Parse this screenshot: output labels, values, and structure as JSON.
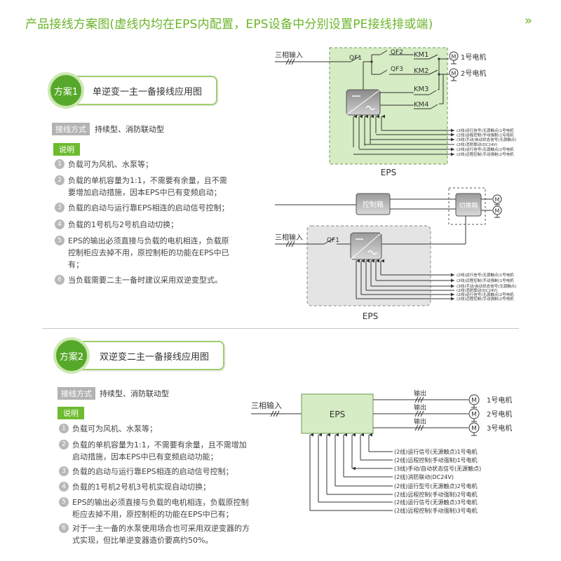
{
  "page": {
    "title": "产品接线方案图(虚线内均在EPS内配置，EPS设备中分别设置PE接线排或端)",
    "title_arrow": "»",
    "accent_color": "#6bb42a"
  },
  "scheme1": {
    "badge": "方案1",
    "name": "单逆变一主一备接线应用图",
    "wiring_label": "接线方式",
    "wiring_value": "持续型、消防联动型",
    "notes_label": "说明",
    "notes": [
      {
        "n": "1",
        "text": "负载可为风机、水泵等；"
      },
      {
        "n": "2",
        "text": "负载的单机容量为1:1，不需要有余量，且不需要增加启动措施，因本EPS中已有变频启动；"
      },
      {
        "n": "3",
        "text": "负载的启动与运行靠EPS相连的启动信号控制；"
      },
      {
        "n": "4",
        "text": "负载的1号机与2号机自动切换；"
      },
      {
        "n": "5",
        "text": "EPS的输出必须直接与负载的电机相连，负载原控制柜应去掉不用，原控制柜的功能在EPS中已有；"
      },
      {
        "n": "6",
        "text": "当负载需要二主一备时建议采用双逆变型式。"
      }
    ]
  },
  "scheme2": {
    "badge": "方案2",
    "name": "双逆变二主一备接线应用图",
    "wiring_label": "接线方式",
    "wiring_value": "持续型、消防联动型",
    "notes_label": "说明",
    "notes": [
      {
        "n": "1",
        "text": "负载可为风机、水泵等；"
      },
      {
        "n": "2",
        "text": "负载的单机容量为1:1，不需要有余量，且不需增加启动措施，因本EPS中已有变频启动功能；"
      },
      {
        "n": "3",
        "text": "负载的启动与运行靠EPS相连的启动信号控制；"
      },
      {
        "n": "4",
        "text": "负载的1号机2号机3号机实现自动切换；"
      },
      {
        "n": "5",
        "text": "EPS的输出必须直接与负载的电机相连，负载原控制柜应去掉不用，原控制柜的功能在EPS中已有；"
      },
      {
        "n": "6",
        "text": "对于一主一备的水泵使用场合也可采用双逆变器的方式实现，但比单逆变器造价要高约50%。"
      }
    ]
  },
  "diagram1": {
    "input": "三相输入",
    "qf1": "QF1",
    "qf2": "QF2",
    "qf3": "QF3",
    "km1": "KM1",
    "km2": "KM2",
    "km3": "KM3",
    "km4": "KM4",
    "motor": "M",
    "motor1": "1号电机",
    "motor2": "2号电机",
    "eps": "EPS",
    "signals": [
      "(2线)运行信号(无源触点)1号电机",
      "(2线)远程控制(手动强制)1号电机",
      "(3线)手动/自动状态信号(无源触点)",
      "(2线)消防联动(DC24V)",
      "(2线)运行信号(无源触点)2号电机",
      "(2线)远程控制(手动强制)2号电机"
    ]
  },
  "diagram2": {
    "input": "三相输入",
    "qf1": "QF1",
    "control_box": "控制箱",
    "switch_box": "切换箱",
    "motor": "M",
    "eps": "EPS",
    "signals": [
      "(2线)运行信号(无源触点)1号电机",
      "(2线)远程控制(手动强制)1号电机",
      "(3线)手动/自动状态信号(无源触点)",
      "(2线)消防联动(DC24V)",
      "(2线)运行信号(无源触点)2号电机",
      "(2线)远程控制(手动强制)2号电机"
    ]
  },
  "diagram3": {
    "input": "三相输入",
    "eps": "EPS",
    "output": "输出",
    "motor": "M",
    "motor1": "1号电机",
    "motor2": "2号电机",
    "motor3": "3号电机",
    "signals": [
      "(2线)运行信号(无源触点)1号电机",
      "(2线)远程控制(手动强制)1号电机",
      "(3线)手动/自动状态信号(无源触点)",
      "(2线)消防联动(DC24V)",
      "(2线)运行型号(无源触点)2号电机",
      "(2线)远程控制(手动强制)2号电机",
      "(2线)运行信号(无源触点)3号电机",
      "(2线)远程控制(手动强制)3号电机"
    ]
  }
}
